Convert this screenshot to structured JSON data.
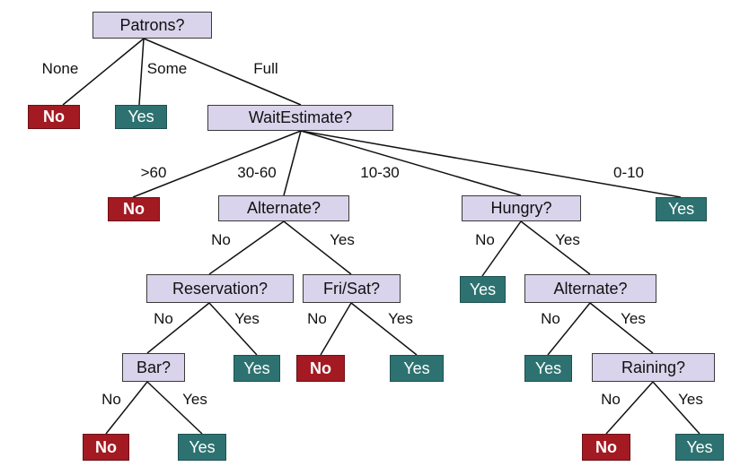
{
  "colors": {
    "attribute_fill": "#d9d3eb",
    "no_leaf": "#a31a22",
    "yes_leaf": "#2d7271"
  },
  "nodes": {
    "patrons": "Patrons?",
    "wait_estimate": "WaitEstimate?",
    "alternate_1": "Alternate?",
    "hungry": "Hungry?",
    "reservation": "Reservation?",
    "fri_sat": "Fri/Sat?",
    "alternate_2": "Alternate?",
    "bar": "Bar?",
    "raining": "Raining?",
    "leaf_none": "No",
    "leaf_some": "Yes",
    "leaf_gt60": "No",
    "leaf_0_10": "Yes",
    "leaf_hungry_no": "Yes",
    "leaf_res_yes": "Yes",
    "leaf_frisat_no": "No",
    "leaf_frisat_yes": "Yes",
    "leaf_alt2_no": "Yes",
    "leaf_bar_no": "No",
    "leaf_bar_yes": "Yes",
    "leaf_rain_no": "No",
    "leaf_rain_yes": "Yes"
  },
  "edges": {
    "none": "None",
    "some": "Some",
    "full": "Full",
    "gt60": ">60",
    "r30_60": "30-60",
    "r10_30": "10-30",
    "r0_10": "0-10",
    "alt1_no": "No",
    "alt1_yes": "Yes",
    "hungry_no": "No",
    "hungry_yes": "Yes",
    "res_no": "No",
    "res_yes": "Yes",
    "frisat_no": "No",
    "frisat_yes": "Yes",
    "alt2_no": "No",
    "alt2_yes": "Yes",
    "bar_no": "No",
    "bar_yes": "Yes",
    "rain_no": "No",
    "rain_yes": "Yes"
  }
}
